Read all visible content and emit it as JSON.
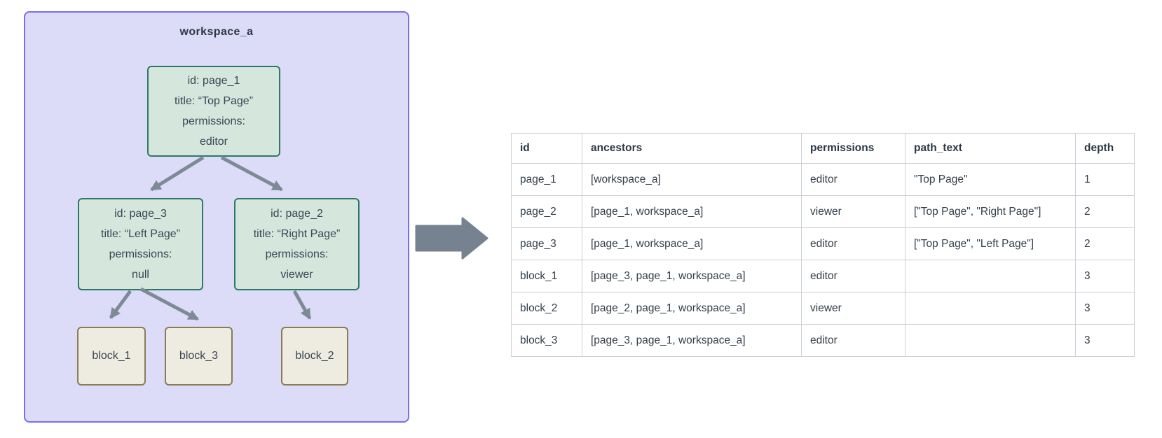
{
  "colors": {
    "workspace_fill": "#dcdcf9",
    "workspace_border": "#7b6df0",
    "page_node_fill": "#d5e6dd",
    "page_node_border": "#2c7a65",
    "block_fill": "#eeebe1",
    "block_border": "#8a7d55",
    "arrow": "#7e8a96",
    "table_border": "#c9ced8",
    "text": "#333e49"
  },
  "diagram": {
    "workspace_label": "workspace_a",
    "nodes": {
      "page_1": {
        "lines": [
          "id: page_1",
          "title: “Top Page”",
          "permissions:",
          "editor"
        ]
      },
      "page_3": {
        "lines": [
          "id: page_3",
          "title: “Left Page”",
          "permissions:",
          "null"
        ]
      },
      "page_2": {
        "lines": [
          "id: page_2",
          "title: “Right Page”",
          "permissions:",
          "viewer"
        ]
      }
    },
    "blocks": {
      "block_1": "block_1",
      "block_3": "block_3",
      "block_2": "block_2"
    }
  },
  "table": {
    "columns": [
      "id",
      "ancestors",
      "permissions",
      "path_text",
      "depth"
    ],
    "rows": [
      [
        "page_1",
        "[workspace_a]",
        "editor",
        "\"Top Page\"",
        "1"
      ],
      [
        "page_2",
        "[page_1, workspace_a]",
        "viewer",
        "[\"Top Page\", \"Right Page\"]",
        "2"
      ],
      [
        "page_3",
        "[page_1, workspace_a]",
        "editor",
        "[\"Top Page\", \"Left Page\"]",
        "2"
      ],
      [
        "block_1",
        "[page_3, page_1, workspace_a]",
        "editor",
        "",
        "3"
      ],
      [
        "block_2",
        "[page_2, page_1, workspace_a]",
        "viewer",
        "",
        "3"
      ],
      [
        "block_3",
        "[page_3, page_1, workspace_a]",
        "editor",
        "",
        "3"
      ]
    ]
  }
}
